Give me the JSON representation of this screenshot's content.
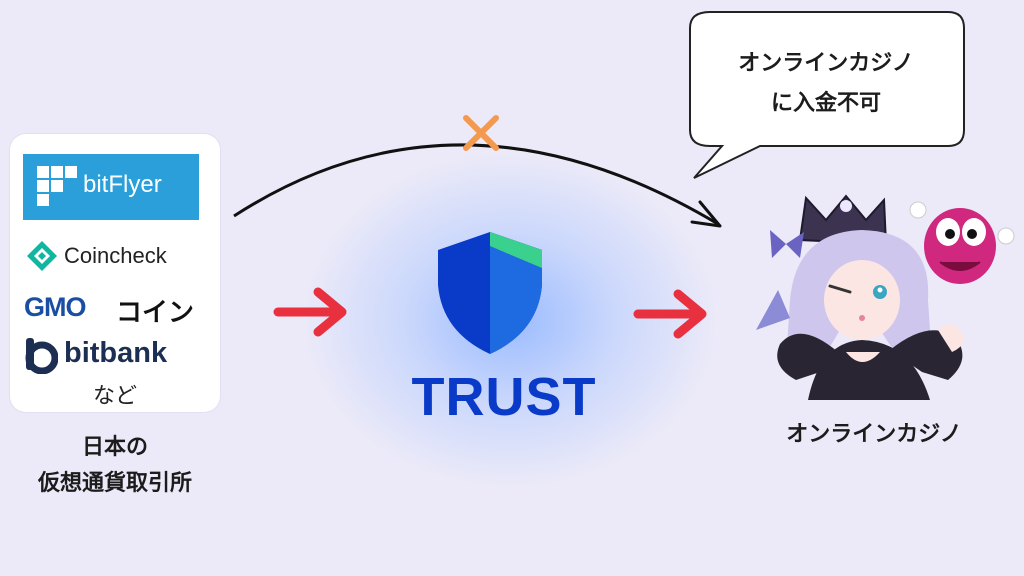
{
  "exchanges": {
    "logos": [
      {
        "name": "bitFlyer"
      },
      {
        "name": "Coincheck"
      },
      {
        "name": "GMO",
        "suffix": "コイン"
      },
      {
        "name": "bitbank"
      }
    ],
    "etc": "など",
    "label_line1": "日本の",
    "label_line2": "仮想通貨取引所"
  },
  "wallet": {
    "name": "Trust",
    "display": "TRUST",
    "icon": "shield-icon",
    "colors": {
      "dark": "#0a3ac8",
      "accent": "#3ddc84"
    }
  },
  "casino": {
    "label": "オンラインカジノ",
    "bubble_line1": "オンラインカジノ",
    "bubble_line2": "に入金不可",
    "icon": "anime-character-icon"
  },
  "flow": {
    "arrow_color": "#e8303f",
    "blocked_mark": "×",
    "blocked_color": "#f39a4f"
  }
}
